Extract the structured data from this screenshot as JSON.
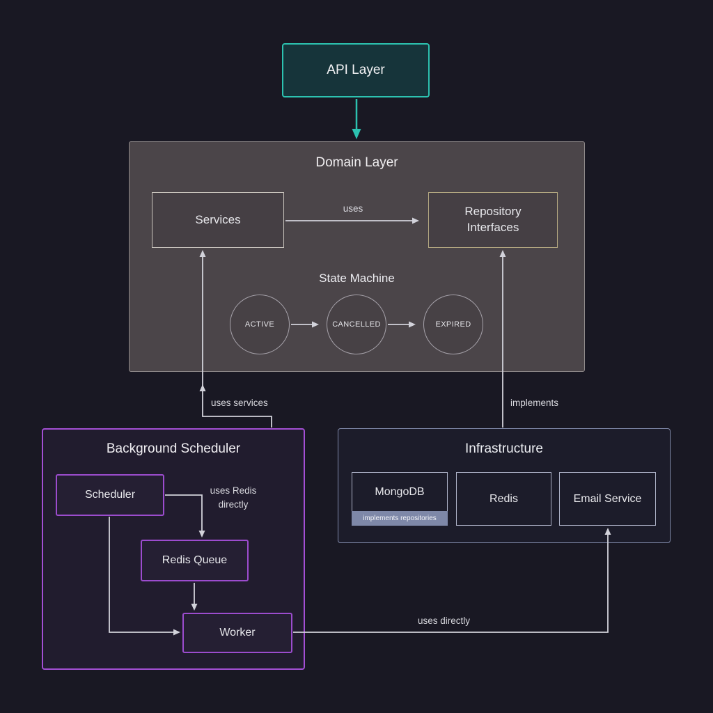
{
  "colors": {
    "background": "#191823",
    "teal_accent": "#2cc2b0",
    "purple_accent": "#a34fd4",
    "infra_border": "#8089a9",
    "domain_fill": "#4b4549",
    "arrow": "#d2d2da"
  },
  "nodes": {
    "api_layer": "API Layer",
    "domain_layer": "Domain Layer",
    "services": "Services",
    "repository_interfaces": "Repository Interfaces",
    "state_machine": "State Machine",
    "states": [
      "ACTIVE",
      "CANCELLED",
      "EXPIRED"
    ],
    "background_scheduler": "Background Scheduler",
    "scheduler": "Scheduler",
    "redis_queue": "Redis Queue",
    "worker": "Worker",
    "infrastructure": "Infrastructure",
    "mongodb": "MongoDB",
    "mongodb_badge": "implements repositories",
    "redis": "Redis",
    "email_service": "Email Service"
  },
  "edges": {
    "uses": "uses",
    "uses_services": "uses services",
    "implements": "implements",
    "uses_redis_directly": "uses Redis directly",
    "uses_directly": "uses directly"
  }
}
